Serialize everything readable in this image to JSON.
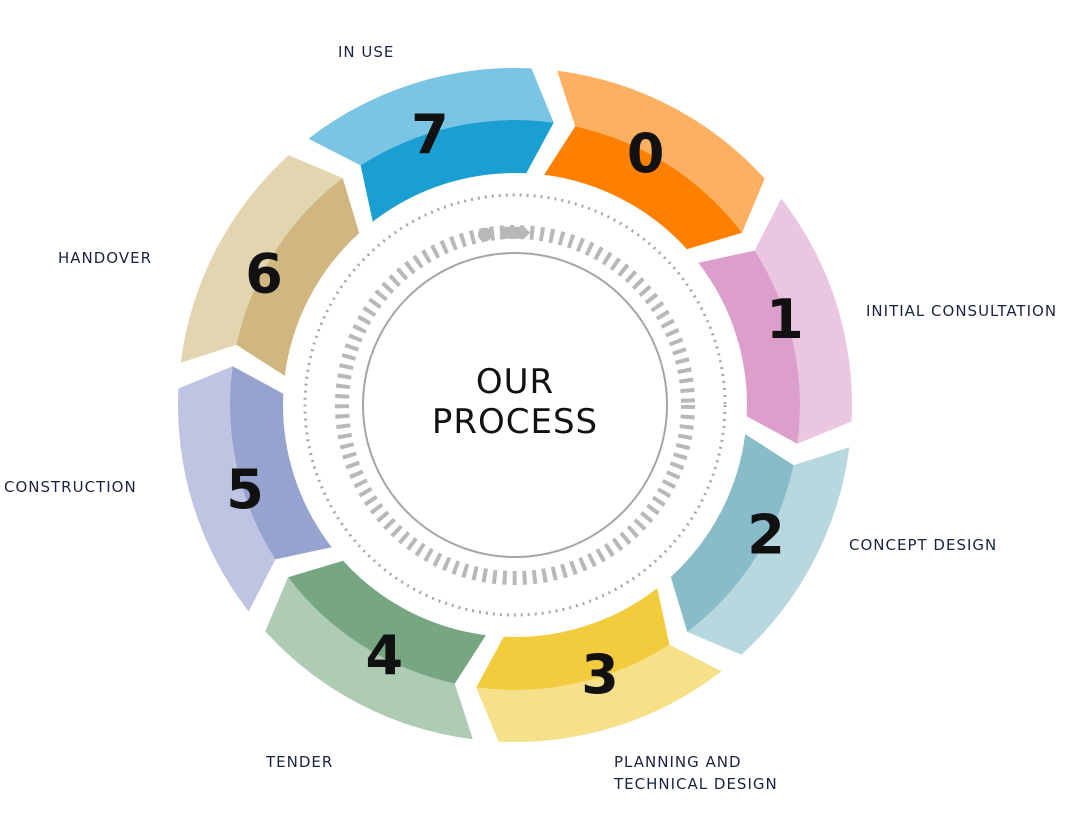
{
  "title": {
    "line1": "OUR",
    "line2": "PROCESS"
  },
  "stages": [
    {
      "number": "0",
      "label": "",
      "light": "#FDB062",
      "dark": "#FF8000"
    },
    {
      "number": "1",
      "label": "INITIAL CONSULTATION",
      "light": "#EBC6E1",
      "dark": "#DC9FCB"
    },
    {
      "number": "2",
      "label": "CONCEPT DESIGN",
      "light": "#B8D8DF",
      "dark": "#88BCC8"
    },
    {
      "number": "3",
      "label": "PLANNING AND",
      "label2": "TECHNICAL DESIGN",
      "light": "#F7E08A",
      "dark": "#F2CC3C"
    },
    {
      "number": "4",
      "label": "TENDER",
      "light": "#AECBB4",
      "dark": "#77A683"
    },
    {
      "number": "5",
      "label": "CONSTRUCTION",
      "light": "#BEC4E2",
      "dark": "#97A3CF"
    },
    {
      "number": "6",
      "label": "HANDOVER",
      "light": "#E4D5B1",
      "dark": "#CFB77F"
    },
    {
      "number": "7",
      "label": "IN USE",
      "light": "#7AC5E4",
      "dark": "#1B9ED1"
    }
  ]
}
